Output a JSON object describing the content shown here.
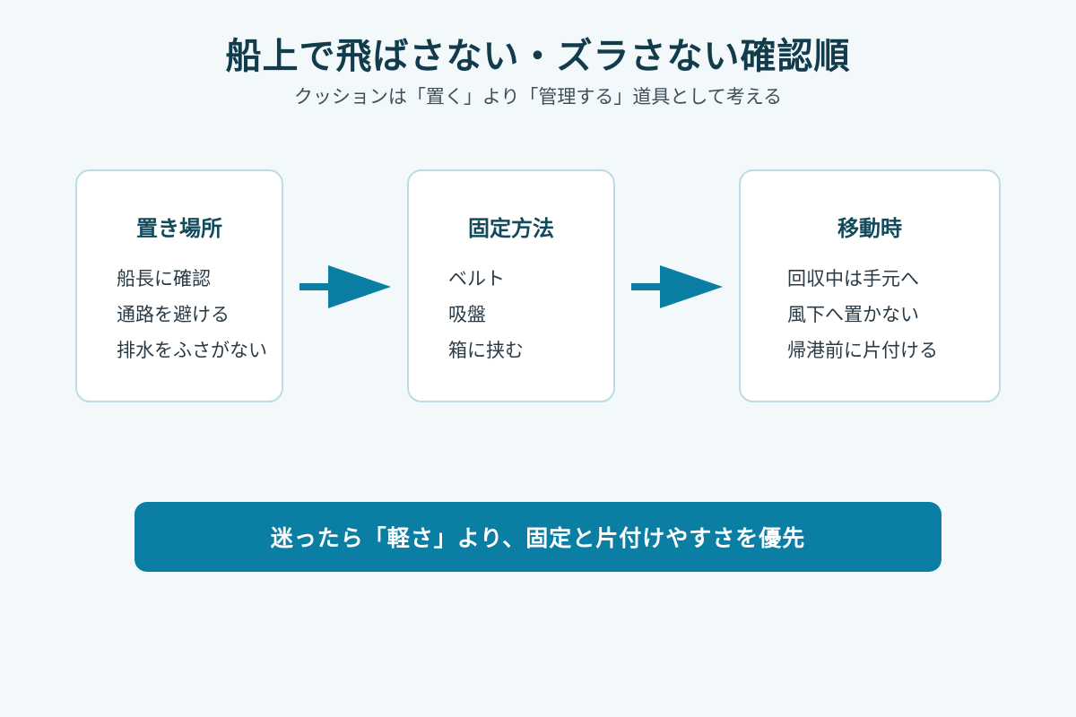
{
  "header": {
    "title": "船上で飛ばさない・ズラさない確認順",
    "subtitle": "クッションは「置く」より「管理する」道具として考える"
  },
  "steps": [
    {
      "title": "置き場所",
      "items": [
        "船長に確認",
        "通路を避ける",
        "排水をふさがない"
      ]
    },
    {
      "title": "固定方法",
      "items": [
        "ベルト",
        "吸盤",
        "箱に挟む"
      ]
    },
    {
      "title": "移動時",
      "items": [
        "回収中は手元へ",
        "風下へ置かない",
        "帰港前に片付ける"
      ]
    }
  ],
  "banner": {
    "text": "迷ったら「軽さ」より、固定と片付けやすさを優先"
  },
  "colors": {
    "background": "#f3f9fb",
    "card_border": "#bcdbe4",
    "accent": "#0b7ea4",
    "title": "#123c4b",
    "card_title": "#124a5c"
  }
}
